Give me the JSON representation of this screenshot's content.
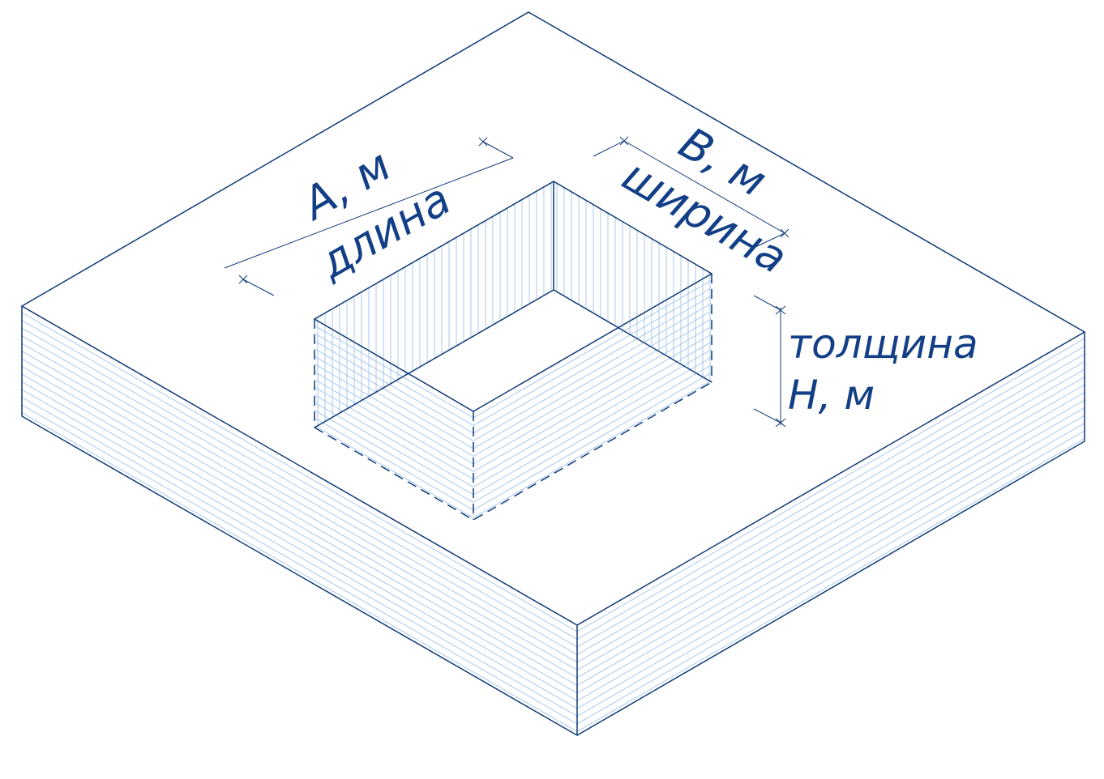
{
  "colors": {
    "outline": "#0e3a78",
    "hatch": "#a8c8ee",
    "text": "#123f86",
    "background": "#ffffff"
  },
  "labels": {
    "length_value": "A, м",
    "length_name": "длина",
    "width_value": "B, м",
    "width_name": "ширина",
    "thickness_name": "толщина",
    "thickness_value": "H, м"
  }
}
